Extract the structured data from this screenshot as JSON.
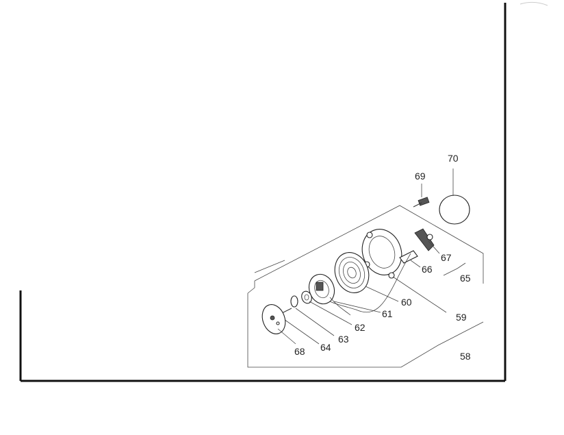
{
  "labels": {
    "p58": "58",
    "p59": "59",
    "p60": "60",
    "p61": "61",
    "p62": "62",
    "p63": "63",
    "p64": "64",
    "p65": "65",
    "p66": "66",
    "p67": "67",
    "p68": "68",
    "p69": "69",
    "p70": "70"
  },
  "colors": {
    "line": "#333333",
    "frame": "#111111",
    "background": "#ffffff"
  }
}
